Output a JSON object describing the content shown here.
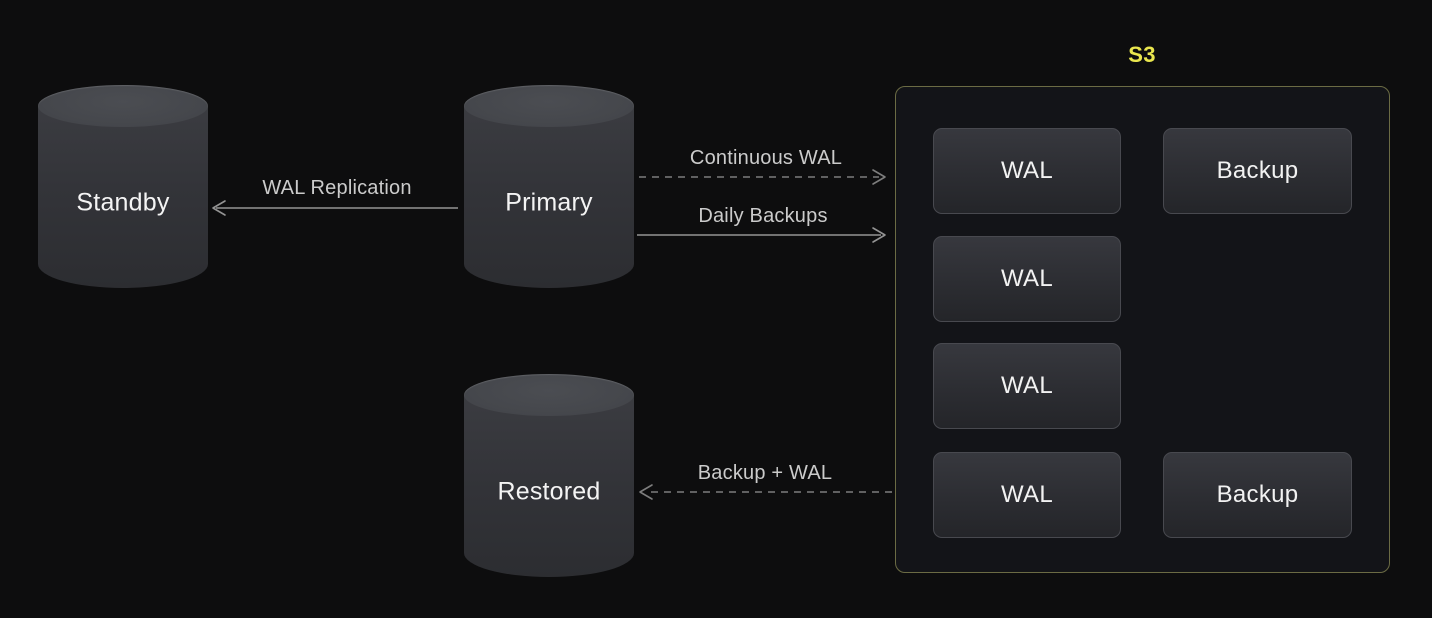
{
  "colors": {
    "background": "#0d0d0e",
    "s3_title_yellow": "#e9e64e",
    "s3_border_olive": "#6b6b44",
    "node_fill": "#333439",
    "node_top_fill": "#45474c",
    "item_fill": "#2c2d32",
    "solid_arrow": "#939393",
    "dashed_arrow": "#7d7d7d",
    "node_text": "#f4f4f4",
    "arrow_label_text": "#cbcbcb"
  },
  "nodes": {
    "standby": {
      "label": "Standby"
    },
    "primary": {
      "label": "Primary"
    },
    "restored": {
      "label": "Restored"
    }
  },
  "s3": {
    "title": "S3",
    "items": [
      {
        "label": "WAL"
      },
      {
        "label": "Backup"
      },
      {
        "label": "WAL"
      },
      {
        "label": "WAL"
      },
      {
        "label": "WAL"
      },
      {
        "label": "Backup"
      }
    ]
  },
  "arrows": [
    {
      "label": "WAL Replication",
      "style": "solid",
      "from": "Primary",
      "to": "Standby"
    },
    {
      "label": "Continuous WAL",
      "style": "dashed",
      "from": "Primary",
      "to": "S3"
    },
    {
      "label": "Daily Backups",
      "style": "solid",
      "from": "Primary",
      "to": "S3"
    },
    {
      "label": "Backup + WAL",
      "style": "dashed",
      "from": "S3",
      "to": "Restored"
    }
  ]
}
